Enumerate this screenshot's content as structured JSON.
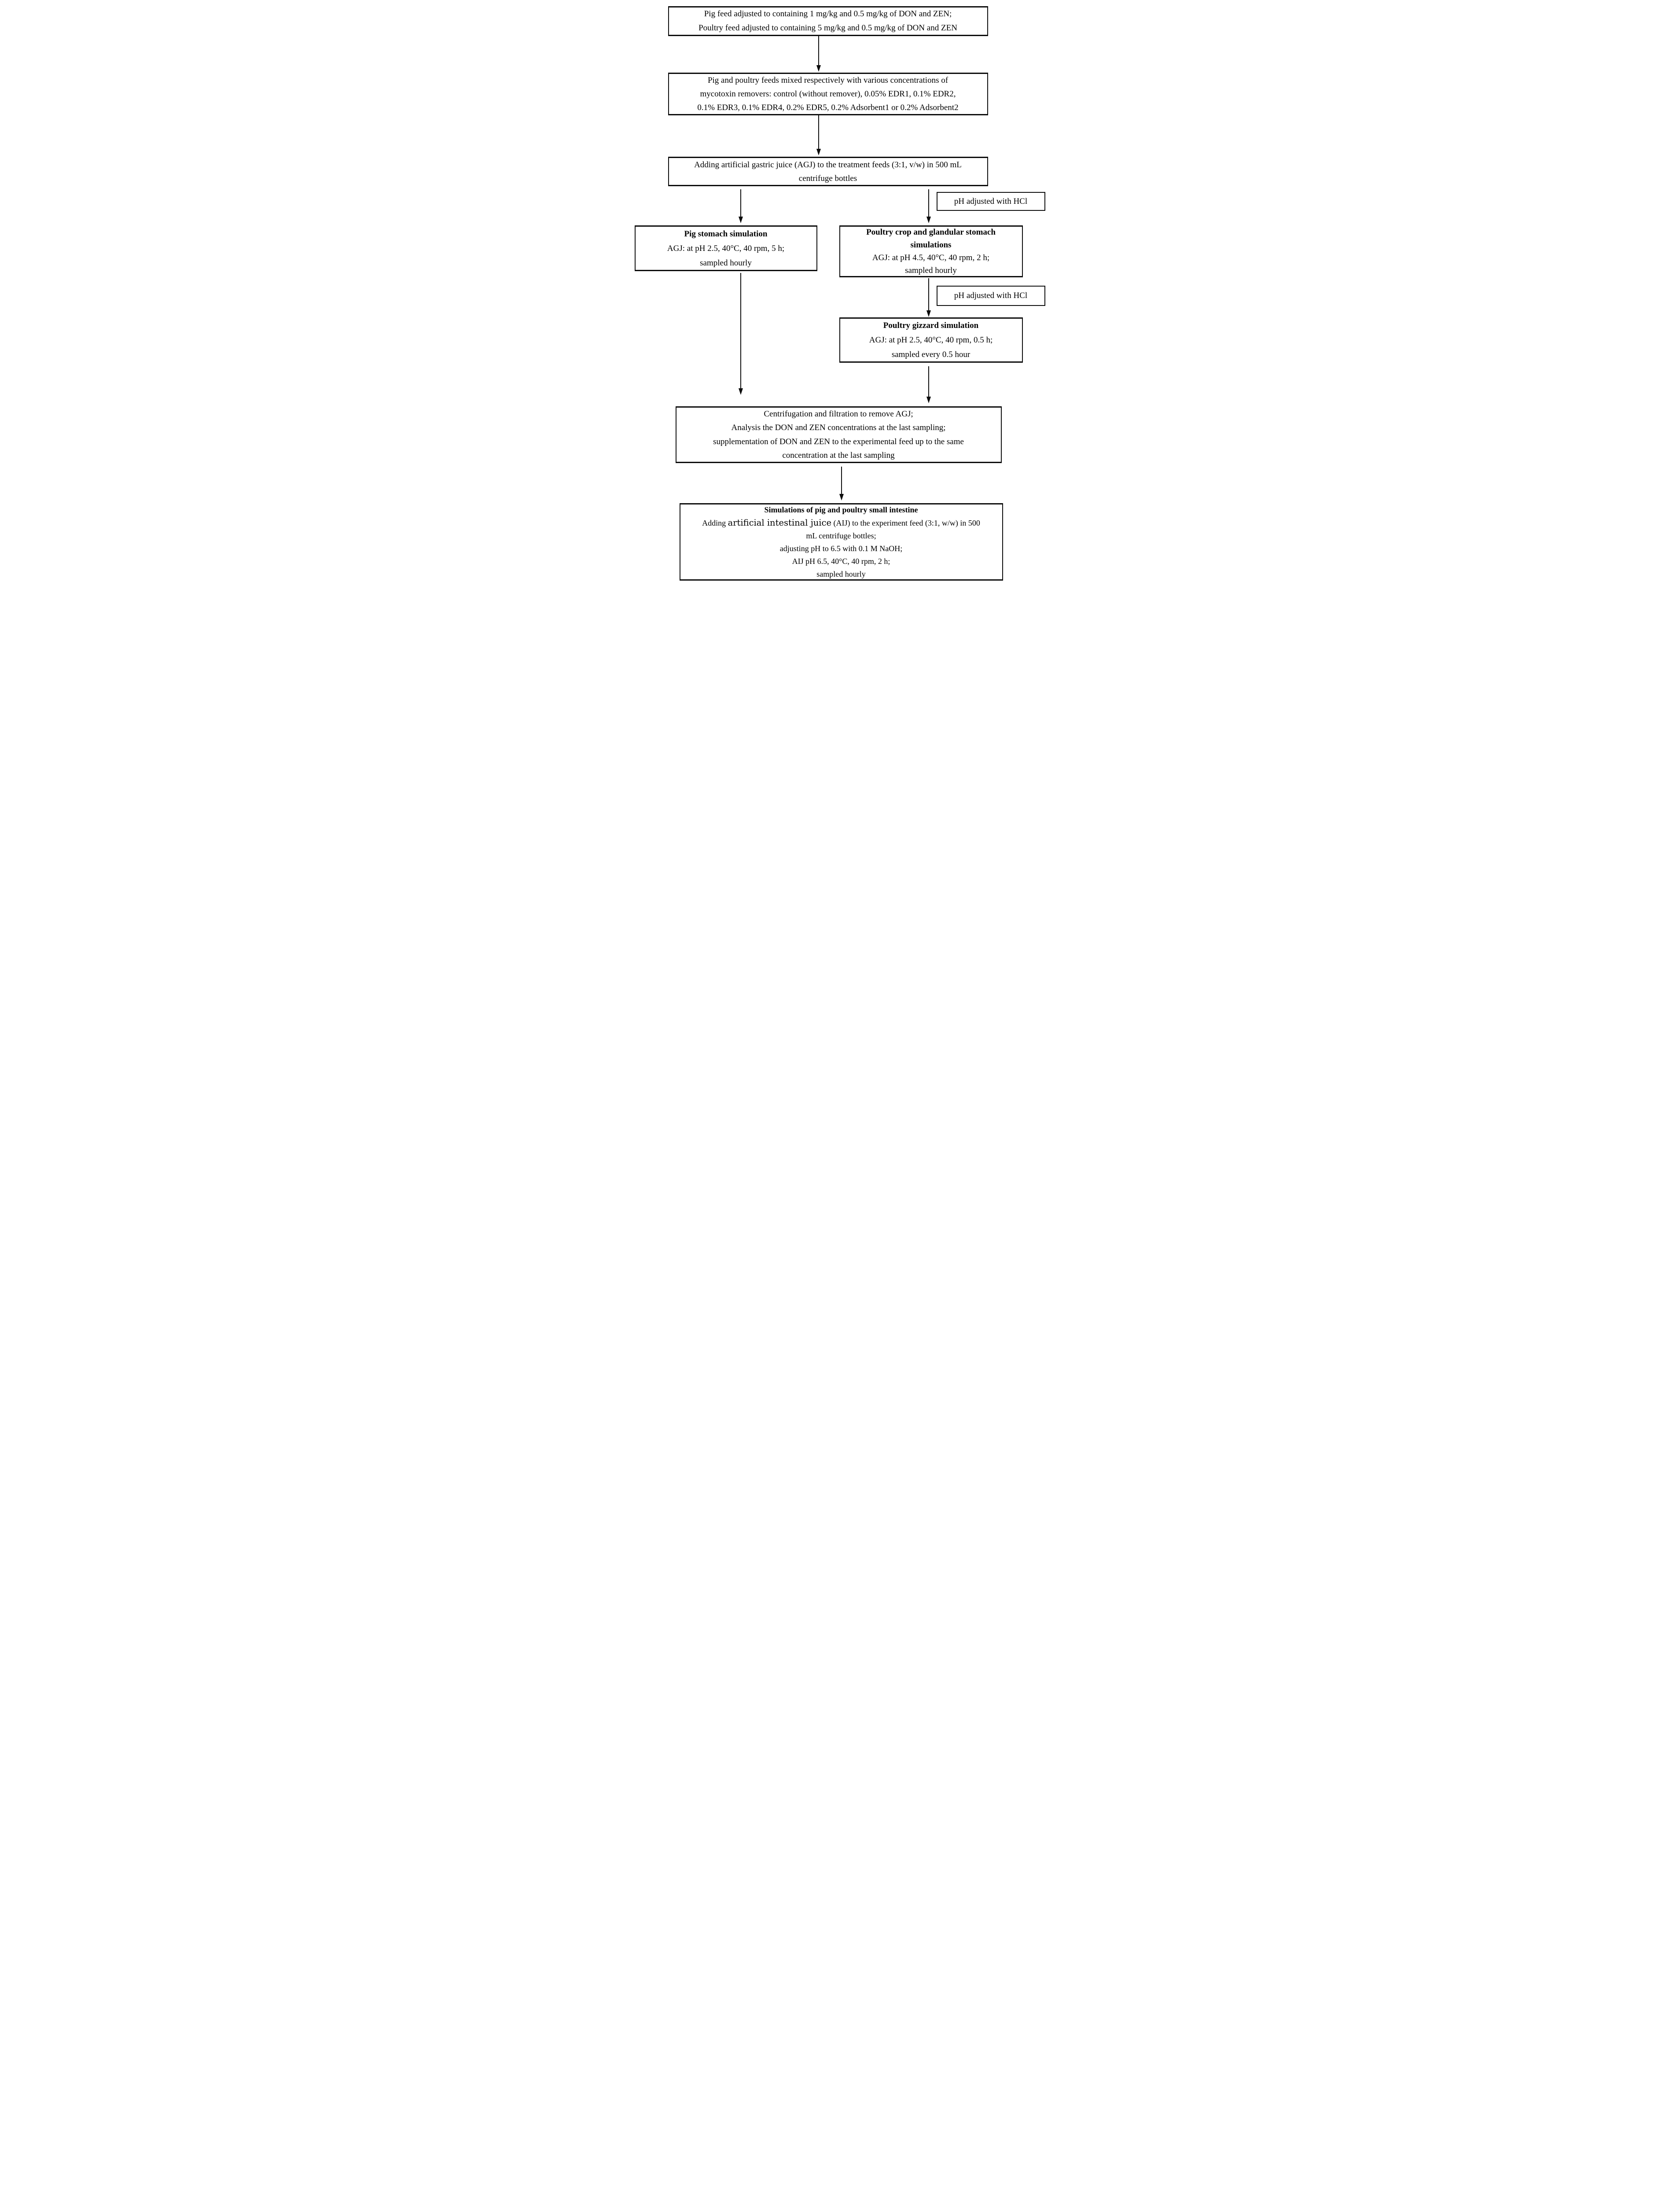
{
  "figure": {
    "background_color": "#ffffff",
    "line_color": "#0d0d0d"
  },
  "boxes": {
    "feed_adjustment": {
      "lines": [
        "Pig feed adjusted to containing 1 mg/kg and 0.5 mg/kg of DON and ZEN;",
        "Poultry feed adjusted to containing 5 mg/kg and 0.5 mg/kg of DON and ZEN"
      ]
    },
    "mixing": {
      "lines": [
        "Pig and poultry feeds mixed respectively with various concentrations of",
        "mycotoxin removers: control (without remover), 0.05% EDR1, 0.1% EDR2,",
        "0.1% EDR3, 0.1% EDR4, 0.2% EDR5, 0.2% Adsorbent1 or 0.2% Adsorbent2"
      ]
    },
    "agj_addition": {
      "lines": [
        "Adding artificial gastric juice (AGJ) to the treatment feeds (3:1, v/w) in 500 mL",
        "centrifuge bottles"
      ]
    },
    "ph_hcl_1": {
      "label": "pH adjusted with HCl"
    },
    "ph_hcl_2": {
      "label": "pH adjusted with HCl"
    },
    "pig_stomach": {
      "title": "Pig stomach simulation",
      "lines": [
        "AGJ: at pH 2.5, 40°C, 40 rpm, 5 h;",
        "sampled hourly"
      ]
    },
    "poultry_crop": {
      "title_lines": [
        "Poultry crop and glandular stomach",
        "simulations"
      ],
      "lines": [
        "AGJ: at pH 4.5, 40°C, 40 rpm, 2 h;",
        "sampled hourly"
      ]
    },
    "poultry_gizzard": {
      "title": "Poultry gizzard simulation",
      "lines": [
        "AGJ: at pH 2.5, 40°C, 40 rpm, 0.5 h;",
        "sampled every 0.5 hour"
      ]
    },
    "centrifugation": {
      "lines": [
        "Centrifugation and filtration to remove AGJ;",
        "Analysis the DON and ZEN concentrations at the last sampling;",
        "supplementation of DON and ZEN to the experimental feed up to the same",
        "concentration at the last sampling"
      ]
    },
    "small_intestine": {
      "title": "Simulations of pig and poultry small intestine",
      "line2_prefix": "Adding ",
      "line2_special": "artificial intestinal juice",
      "line2_suffix": " (AIJ) to the experiment feed (3:1, w/w) in 500",
      "lines_rest": [
        "mL centrifuge bottles;",
        "adjusting pH to 6.5 with 0.1 M NaOH;",
        "AIJ pH 6.5, 40°C, 40 rpm, 2 h;",
        "sampled hourly"
      ]
    }
  }
}
